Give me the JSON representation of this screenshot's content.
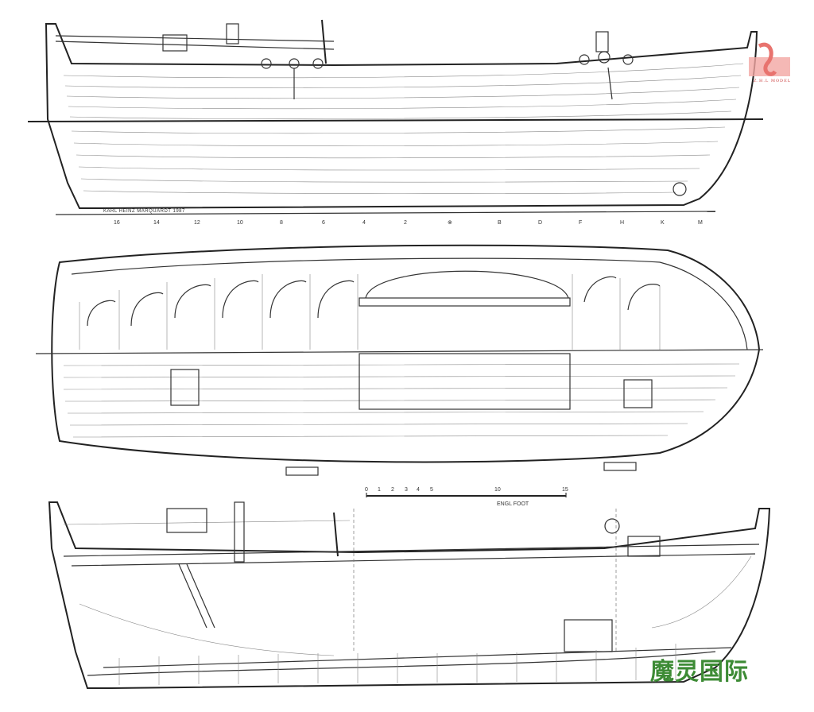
{
  "drawing": {
    "signature": "KARL HEINZ MARQUARDT 1987",
    "stations": [
      "16",
      "14",
      "12",
      "10",
      "8",
      "6",
      "4",
      "2",
      "⊗",
      "B",
      "D",
      "F",
      "H",
      "K",
      "M"
    ],
    "scale_bar": {
      "ticks": [
        "0",
        "1",
        "2",
        "3",
        "4",
        "5",
        "10",
        "15"
      ],
      "unit": "ENGL FOOT"
    },
    "views": [
      "profile",
      "deck-plan",
      "inboard-profile"
    ]
  },
  "watermarks": {
    "logo_text": "Z.H.L MODEL",
    "logo_color": "#e8736e",
    "chinese_text": "魔灵国际",
    "chinese_color": "#3d8b35"
  }
}
